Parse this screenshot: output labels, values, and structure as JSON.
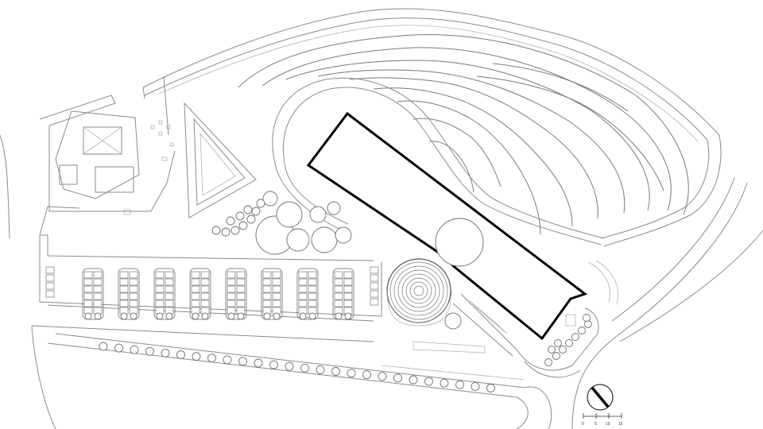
{
  "plan": {
    "north_arrow": "north-arrow",
    "scale_bar": {
      "labels": [
        "0",
        "5",
        "10",
        "15"
      ]
    }
  }
}
